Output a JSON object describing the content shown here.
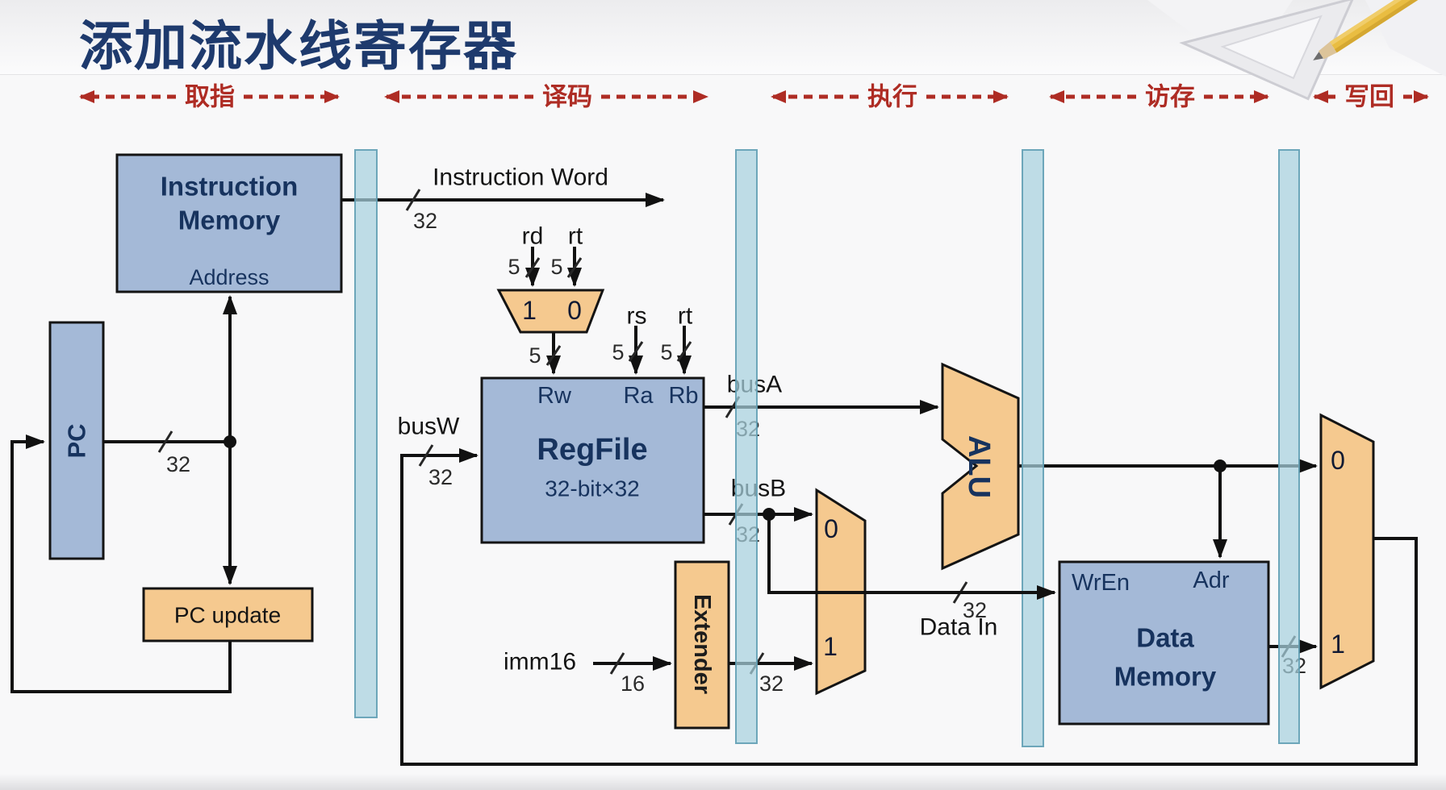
{
  "title": "添加流水线寄存器",
  "stages": [
    {
      "label": "取指"
    },
    {
      "label": "译码"
    },
    {
      "label": "执行"
    },
    {
      "label": "访存"
    },
    {
      "label": "写回"
    }
  ],
  "components": {
    "instruction_memory": {
      "line1": "Instruction",
      "line2": "Memory",
      "port_address": "Address"
    },
    "pc": {
      "label": "PC"
    },
    "pc_update": {
      "label": "PC update"
    },
    "regfile": {
      "name": "RegFile",
      "size": "32-bit×32",
      "port_rw": "Rw",
      "port_ra": "Ra",
      "port_rb": "Rb"
    },
    "extender": {
      "label": "Extender"
    },
    "alu": {
      "label": "ALU"
    },
    "data_memory": {
      "line1": "Data",
      "line2": "Memory",
      "port_wren": "WrEn",
      "port_adr": "Adr"
    },
    "muxes": {
      "regdst": {
        "in1": "1",
        "in0": "0"
      },
      "alusrc": {
        "in0": "0",
        "in1": "1"
      },
      "memtoreg": {
        "in0": "0",
        "in1": "1"
      }
    }
  },
  "buses": {
    "instruction_word": "Instruction Word",
    "busw": "busW",
    "busa": "busA",
    "busb": "busB",
    "imm16": "imm16",
    "data_in": "Data In",
    "rd": "rd",
    "rt": "rt",
    "rs": "rs",
    "rt2": "rt"
  },
  "widths": {
    "w32": "32",
    "w5": "5",
    "w16": "16"
  },
  "colors": {
    "title": "#1e3a6d",
    "stage_red": "#ae2c24",
    "block_blue": "#a4b9d7",
    "block_orange": "#f5c98f",
    "pipeline_bar": "#a7d1de",
    "wire": "#111111",
    "background": "#f8f8f9"
  }
}
